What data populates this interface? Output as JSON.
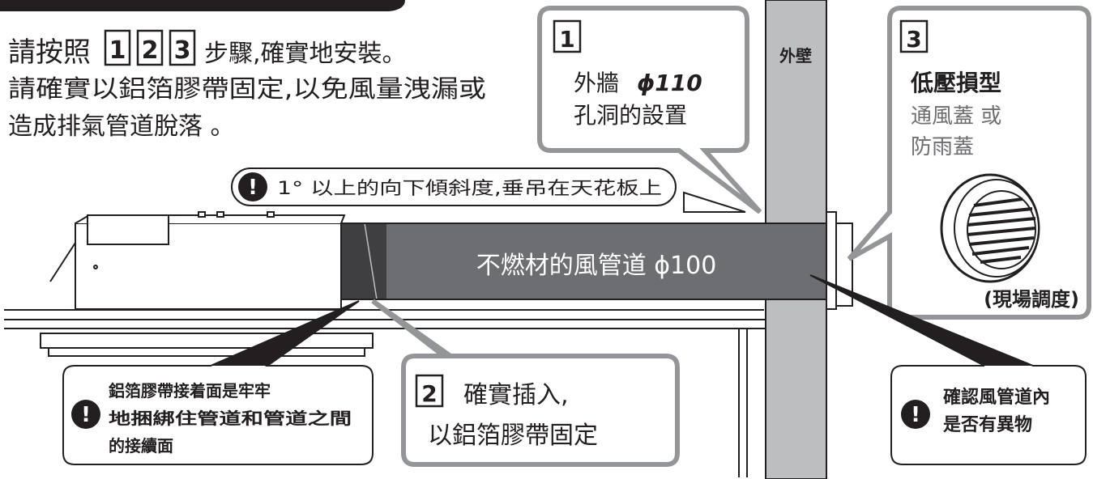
{
  "intro": {
    "line1_prefix": "請按照",
    "steps": [
      "1",
      "2",
      "3"
    ],
    "line1_suffix": "步驟,確實地安裝。",
    "line2": "請確實以鋁箔膠帶固定,以免風量洩漏或",
    "line3": "造成排氣管道脫落 。"
  },
  "step1": {
    "number": "1",
    "line1": "外牆",
    "diameter": "ϕ110",
    "line2": "孔洞的設置"
  },
  "wall_label": "外壁",
  "step3": {
    "number": "3",
    "title": "低壓損型",
    "line1": "通風蓋 或",
    "line2": "防雨蓋",
    "note": "(現場調度)"
  },
  "slope_warning": {
    "icon": "!",
    "text": "1° 以上的向下傾斜度,垂吊在天花板上"
  },
  "duct_label": "不燃材的風管道 ϕ100",
  "tape_warning": {
    "icon": "!",
    "lines": [
      "鋁箔膠帶接着面是牢牢",
      "地捆綁住管道和管道之間",
      "的接續面"
    ]
  },
  "step2": {
    "number": "2",
    "line1": "確實插入,",
    "line2": "以鋁箔膠帶固定"
  },
  "foreign_warning": {
    "icon": "!",
    "lines": [
      "確認風管道內",
      "是否有異物"
    ]
  },
  "colors": {
    "duct": "#6d6e71",
    "wall": "#bcbec0",
    "panel_border": "#939598",
    "ink": "#231f20"
  }
}
